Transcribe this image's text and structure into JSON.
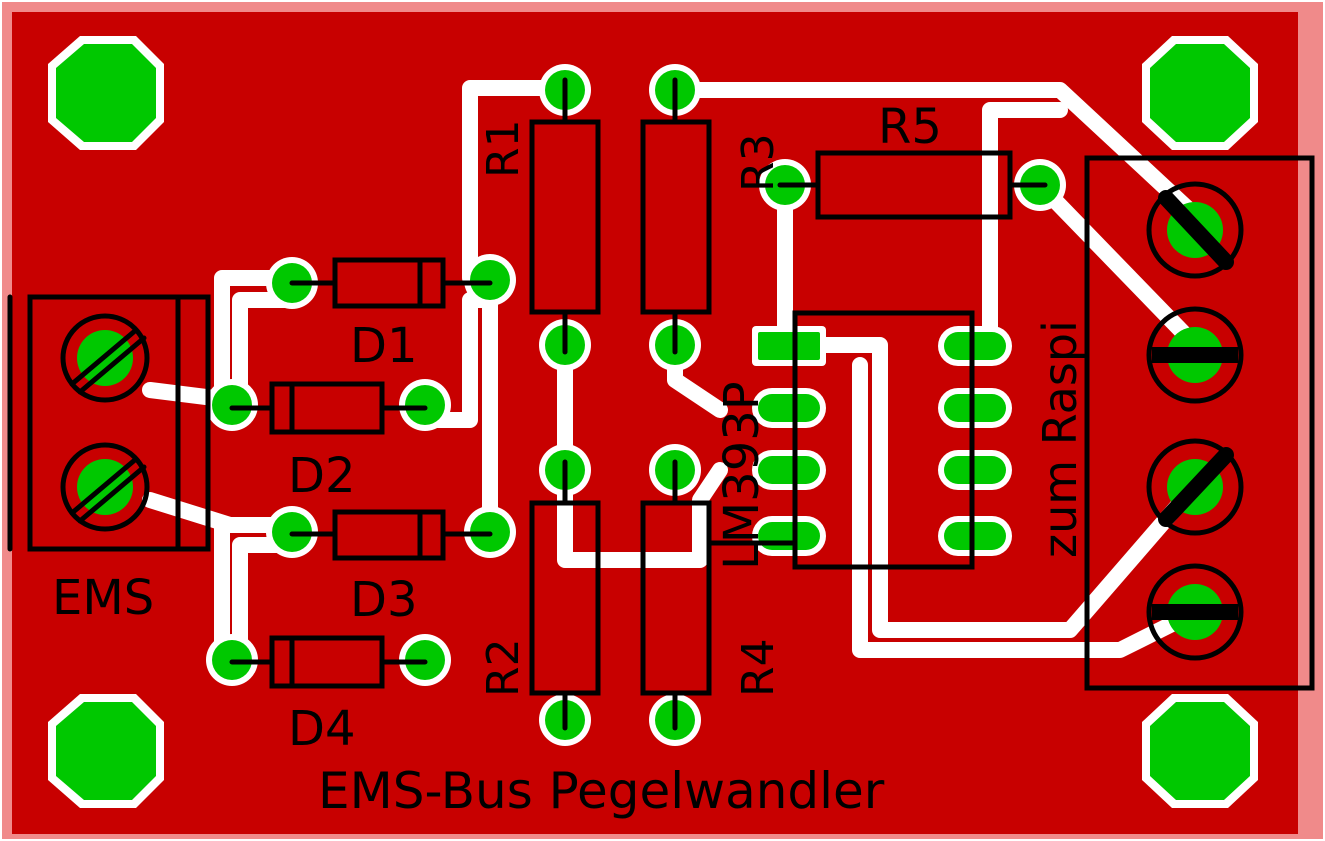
{
  "board": {
    "title": "EMS-Bus Pegelwandler",
    "colors": {
      "copper": "#c80000",
      "border": "#f08a8a",
      "pad": "#00c800",
      "trace": "#ffffff",
      "silk": "#000000"
    }
  },
  "components": {
    "r1": "R1",
    "r2": "R2",
    "r3": "R3",
    "r4": "R4",
    "r5": "R5",
    "d1": "D1",
    "d2": "D2",
    "d3": "D3",
    "d4": "D4",
    "ic": "LM393P",
    "conn_ems": "EMS",
    "conn_raspi": "zum Raspi"
  }
}
